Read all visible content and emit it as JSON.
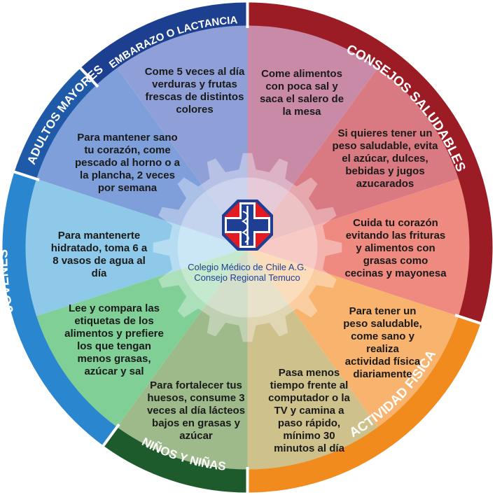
{
  "colors": {
    "ring_embarazo": "#1c3f8f",
    "ring_consejos": "#9b1c24",
    "ring_actividad": "#f28b1e",
    "ring_ninos": "#1e5b2c",
    "ring_jovenes": "#2a86cf",
    "ring_adultos": "#1f5aa9",
    "logo_red": "#e21b23",
    "logo_blue": "#1f3f95"
  },
  "ring_labels": {
    "embarazo": "EMBARAZO O LACTANCIA",
    "consejos": "CONSEJOS SALUDABLES",
    "actividad": "ACTIVIDAD FÍSICA",
    "ninos": "NIÑOS Y NIÑAS",
    "jovenes": "JÓVENES",
    "adultos": "ADULTOS MAYORES"
  },
  "segments": [
    {
      "text": "Come alimentos con poca sal y saca el salero de la mesa",
      "color": "#c98aa8"
    },
    {
      "text": "Si quieres tener un peso saludable, evita el azúcar, dulces, bebidas y jugos azucarados",
      "color": "#d97a82"
    },
    {
      "text": "Cuida tu corazón evitando las frituras y alimentos con grasas como cecinas y mayonesa",
      "color": "#ef8a80"
    },
    {
      "text": "Para tener un peso saludable, come sano y realiza actividad física diariamente",
      "color": "#f8b46e"
    },
    {
      "text": "Pasa menos tiempo frente al computador o la TV y camina a paso rápido, mínimo 30 minutos al día",
      "color": "#cfc18c"
    },
    {
      "text": "Para fortalecer tus huesos, consume 3 veces al día lácteos bajos en grasas y azúcar",
      "color": "#9eb98a"
    },
    {
      "text": "Lee y compara las etiquetas de los alimentos y prefiere los que tengan menos grasas, azúcar y sal",
      "color": "#7fcf97"
    },
    {
      "text": "Para mantenerte hidratado, toma 6 a 8 vasos de agua al día",
      "color": "#8ec9e9"
    },
    {
      "text": "Para mantener sano tu corazón, come pescado al horno o a la plancha, 2 veces por semana",
      "color": "#7f9fda"
    },
    {
      "text": "Come 5 veces al día verduras y frutas frescas de distintos colores",
      "color": "#8fa0d8"
    }
  ],
  "center": {
    "line1": "Colegio Médico de Chile A.G.",
    "line2": "Consejo Regional Temuco"
  }
}
